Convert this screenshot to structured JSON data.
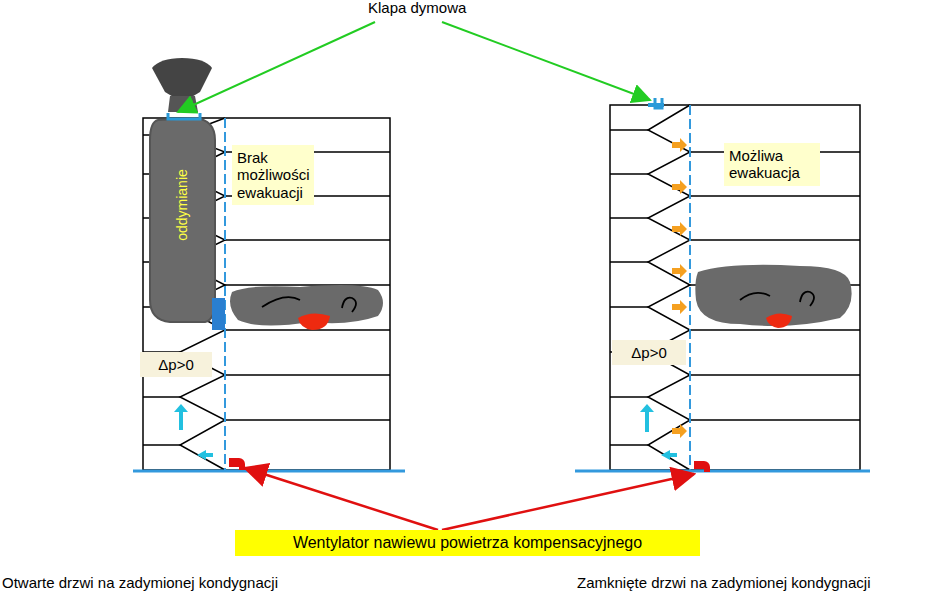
{
  "diagram": {
    "nodes": [
      {
        "text": [
          "Brak możliwości ewakuacji"
        ]
      },
      {
        "text": [
          "Możliwa ewakuacja"
        ]
      },
      {
        "text": [
          "Δp>0"
        ]
      },
      {
        "text": [
          "Δp>0"
        ]
      },
      {
        "text": [
          "Wentylator nawiewu powietrza kompensacyjnego"
        ]
      }
    ],
    "labels": [
      "Klapa dymowa",
      "oddymianie",
      "Otwarte drzwi na zadymionej kondygnacji",
      "Zamknięte drzwi na zadymionej kondygnacji"
    ]
  }
}
